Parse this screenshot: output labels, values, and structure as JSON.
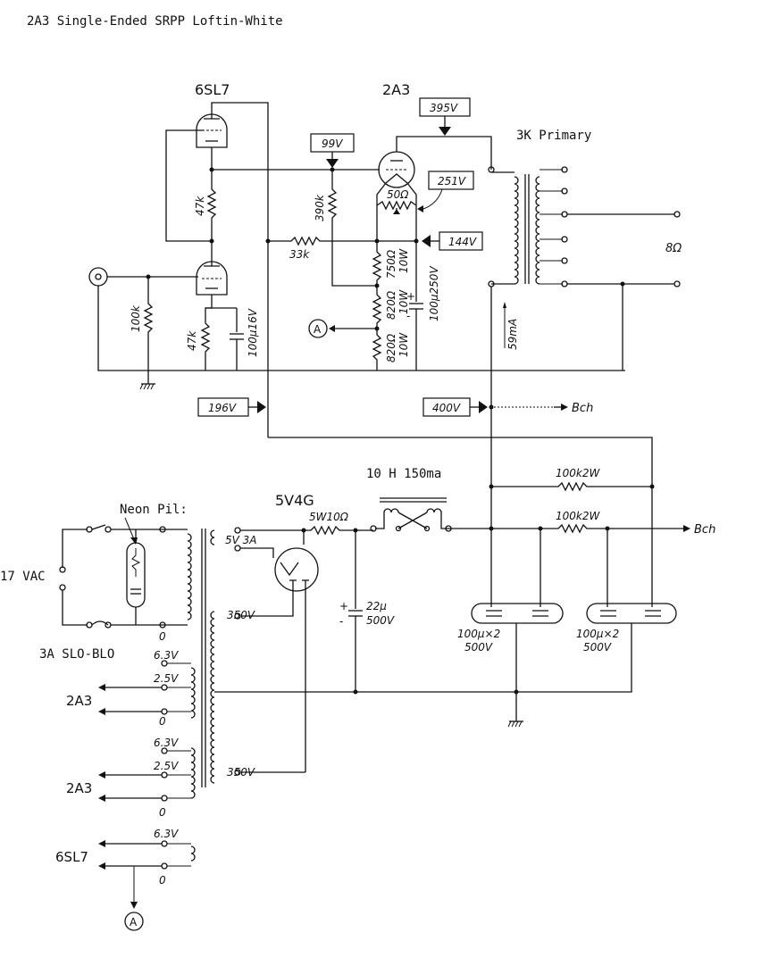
{
  "title": "2A3 Single-Ended SRPP Loftin-White",
  "tubes": {
    "driver": "6SL7",
    "output": "2A3",
    "rectifier": "5V4G"
  },
  "voltage_tags": {
    "v395": "395V",
    "v99": "99V",
    "v251": "251V",
    "v144": "144V",
    "v196": "196V",
    "v400": "400V"
  },
  "output_transformer": {
    "primary": "3K Primary",
    "secondary": "8Ω",
    "current": "59mA"
  },
  "resistors": {
    "r47k_top": "47k",
    "r47k_bottom": "47k",
    "r390k": "390k",
    "r33k": "33k",
    "r50": "50Ω",
    "r750": "750Ω",
    "r750w": "10W",
    "r820a": "820Ω",
    "r820aw": "10W",
    "r820b": "820Ω",
    "r820bw": "10W",
    "r100k": "100k",
    "r100k2w_a": "100k2W",
    "r100k2w_b": "100k2W",
    "r5w10": "5W10Ω"
  },
  "capacitors": {
    "c100u16": "100µ16V",
    "c100u250": "100µ250V",
    "c22u": "22µ",
    "c22u_v": "500V",
    "c100x2_a": "100µ×2",
    "c100x2_a_v": "500V",
    "c100x2_b": "100µ×2",
    "c100x2_b_v": "500V"
  },
  "power": {
    "choke": "10 H 150ma",
    "neon": "Neon Pil:",
    "mains": "17 VAC",
    "fuse": "3A SLO-BLO",
    "w5v3a": "5V 3A",
    "w350a": "350V",
    "w350b": "350V",
    "w0a": "0",
    "h1_63": "6.3V",
    "h1_25": "2.5V",
    "h1_0": "0",
    "h1_tube": "2A3",
    "h2_63": "6.3V",
    "h2_25": "2.5V",
    "h2_0": "0",
    "h2_tube": "2A3",
    "h3_63": "6.3V",
    "h3_0": "0",
    "h3_tube": "6SL7"
  },
  "nodes": {
    "a": "A",
    "b_ch_top": "Bch",
    "b_ch_bottom": "Bch",
    "plus": "+",
    "minus": "-",
    "plus2": "+",
    "minus2": "-"
  }
}
